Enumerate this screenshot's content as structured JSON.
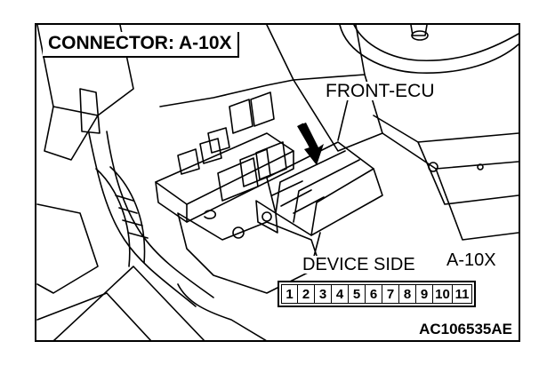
{
  "title": "CONNECTOR: A-10X",
  "component_label": "FRONT-ECU",
  "device_side_label": "DEVICE SIDE",
  "connector_id": "A-10X",
  "connector_pins": [
    "1",
    "2",
    "3",
    "4",
    "5",
    "6",
    "7",
    "8",
    "9",
    "10",
    "11"
  ],
  "figure_code": "AC106535AE"
}
